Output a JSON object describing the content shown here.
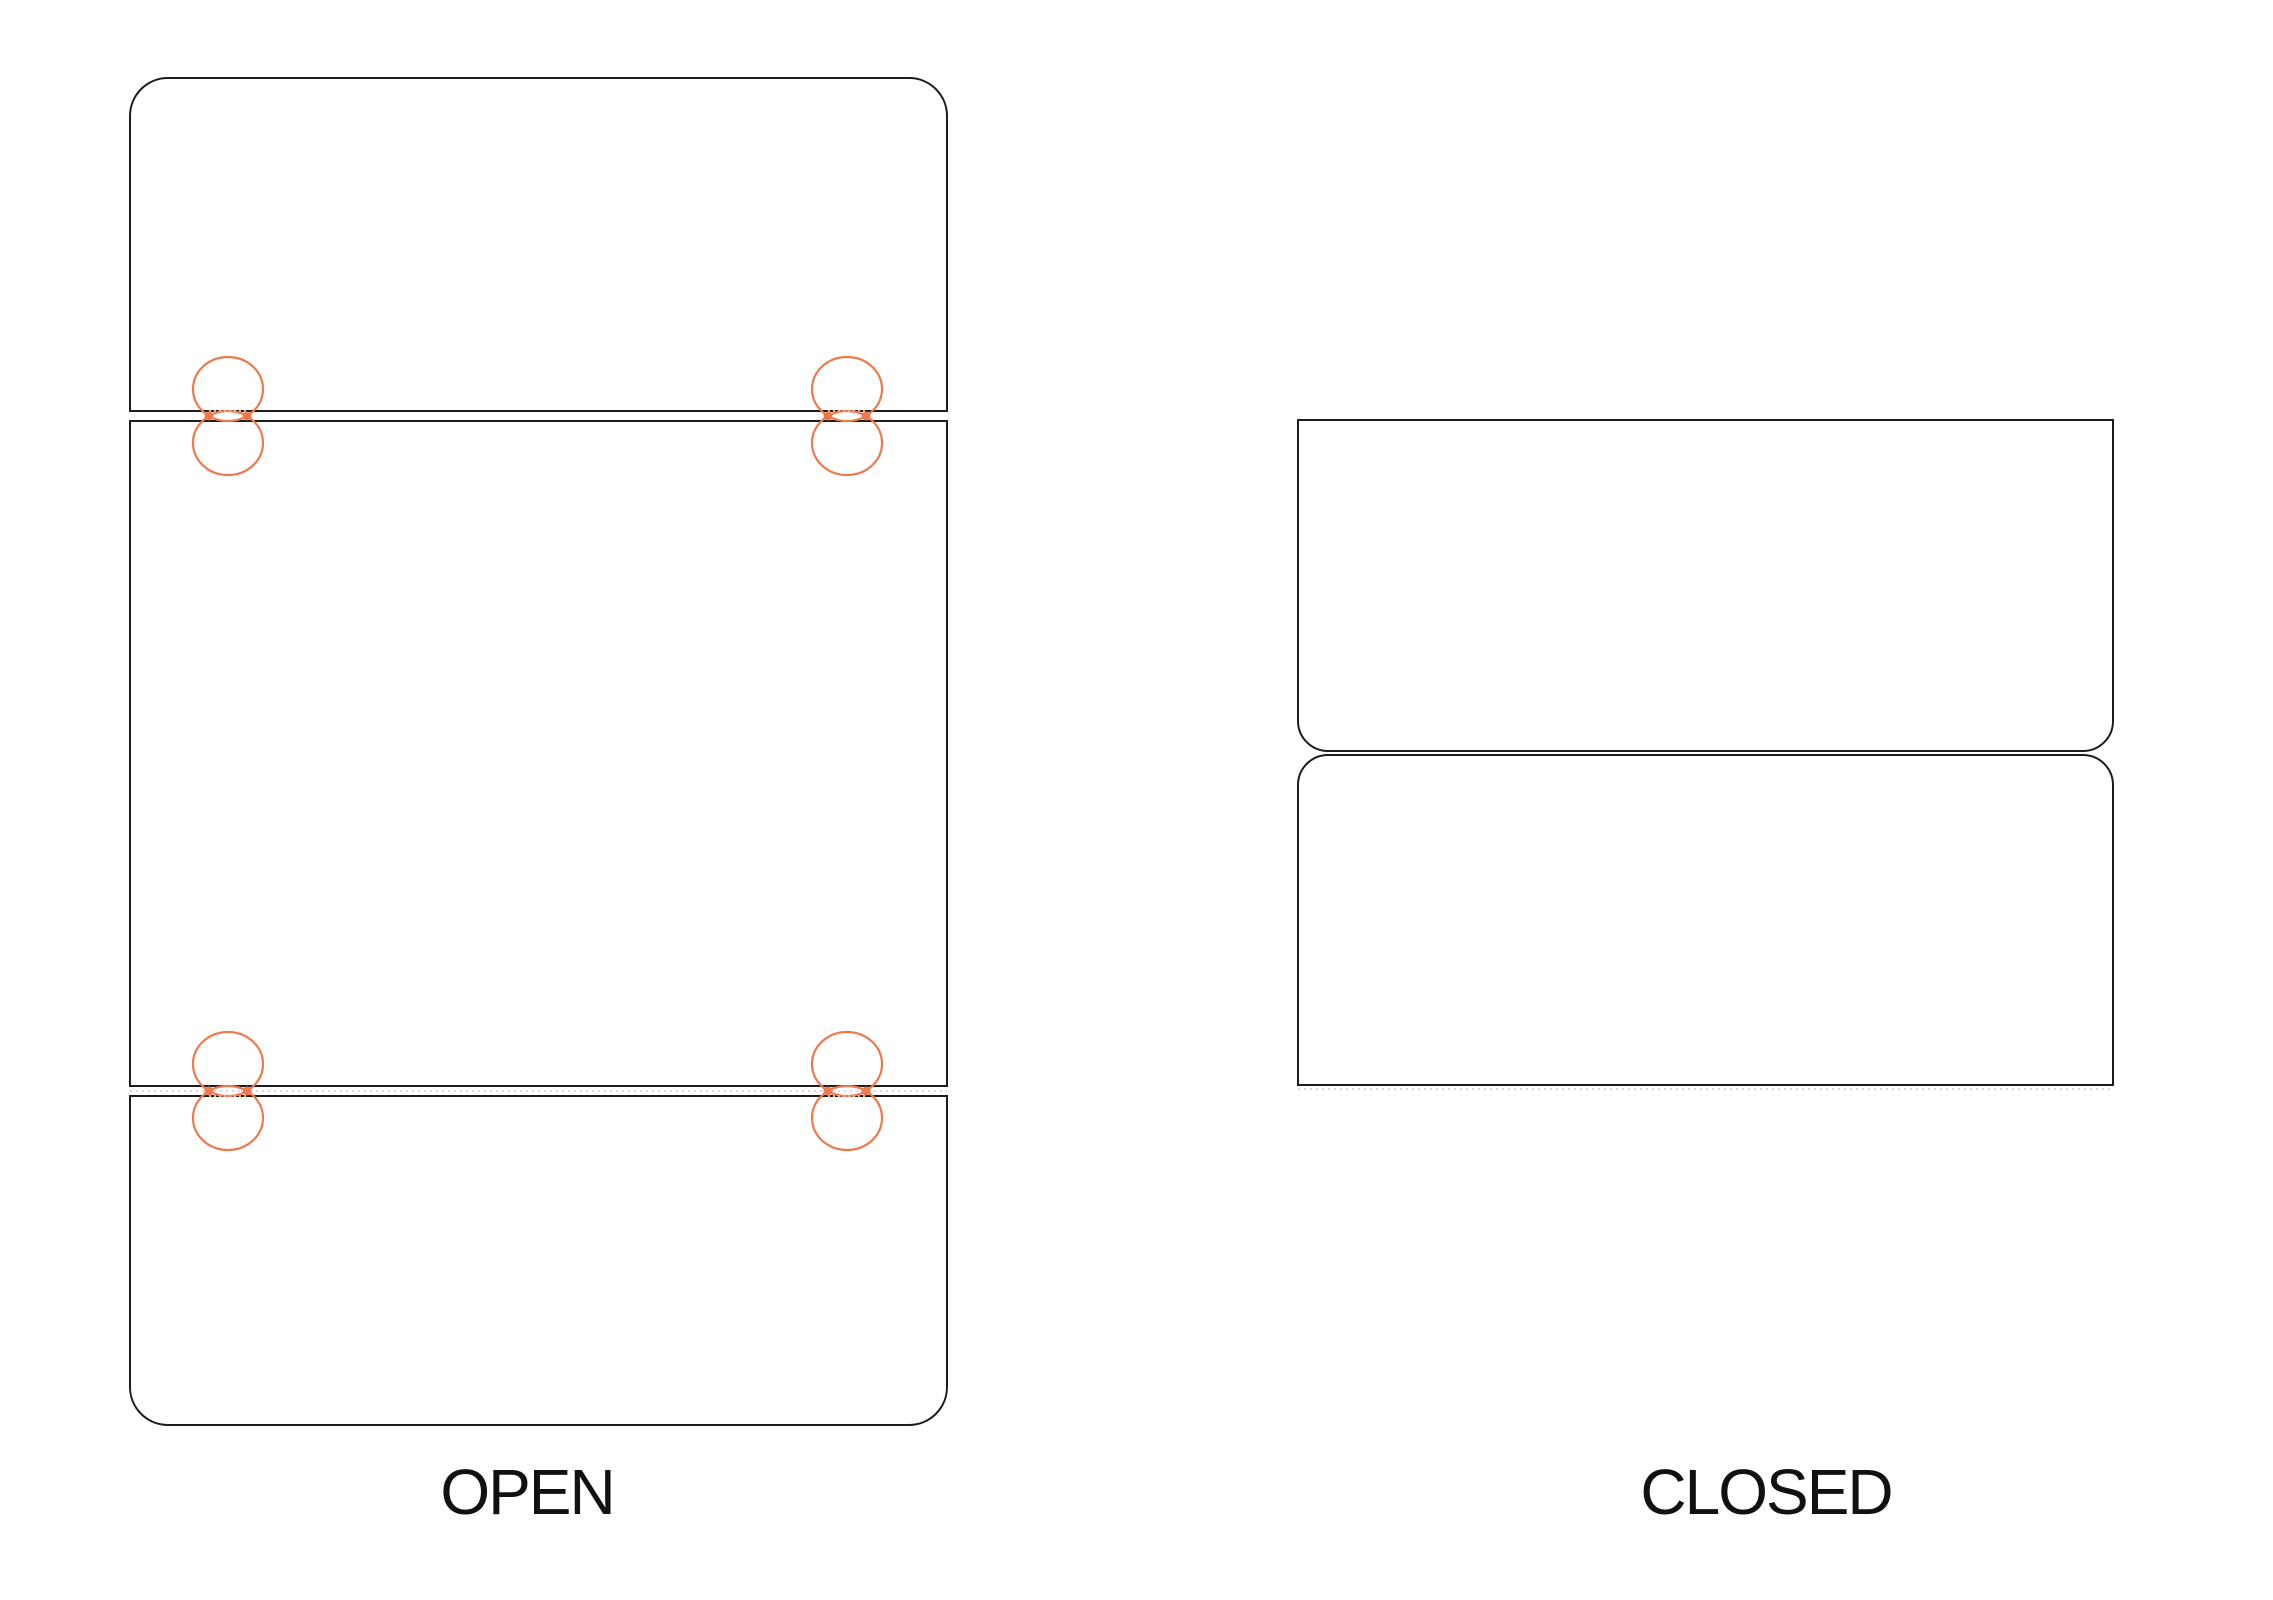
{
  "diagram": {
    "type": "fold-state-diagram",
    "open_view": {
      "label": "OPEN",
      "panel_count": 3,
      "hinge_count": 4
    },
    "closed_view": {
      "label": "CLOSED",
      "panel_count": 2
    }
  },
  "colors": {
    "background": "#ffffff",
    "outline": "#1c1c1c",
    "hinge": "#ed7a4e",
    "hinge_chord": "#f2a789",
    "hidden_line": "#cccccc",
    "label": "#111111"
  }
}
